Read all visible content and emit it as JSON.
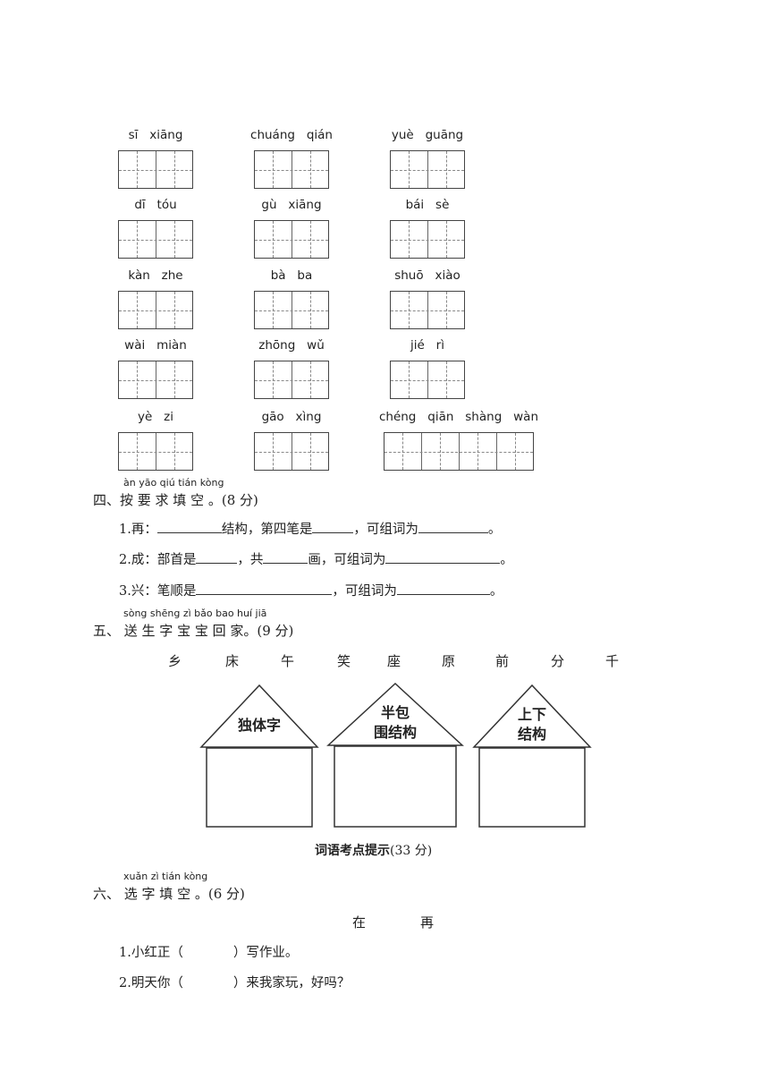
{
  "pinyin_grid": [
    {
      "pinyin": "sī   xiāng",
      "cells": 4
    },
    {
      "pinyin": "chuáng   qián",
      "cells": 4
    },
    {
      "pinyin": "yuè   guāng",
      "cells": 4
    },
    {
      "pinyin": "dī   tóu",
      "cells": 4
    },
    {
      "pinyin": "gù   xiāng",
      "cells": 4
    },
    {
      "pinyin": "bái   sè",
      "cells": 4
    },
    {
      "pinyin": "kàn   zhe",
      "cells": 4
    },
    {
      "pinyin": "bà   ba",
      "cells": 4
    },
    {
      "pinyin": "shuō   xiào",
      "cells": 4
    },
    {
      "pinyin": "wài   miàn",
      "cells": 4
    },
    {
      "pinyin": "zhōng   wǔ",
      "cells": 4
    },
    {
      "pinyin": "jié   rì",
      "cells": 4
    },
    {
      "pinyin": "yè   zi",
      "cells": 4
    },
    {
      "pinyin": "gāo   xìng",
      "cells": 4
    },
    {
      "pinyin": "chéng   qiān   shàng   wàn",
      "cells": 8
    }
  ],
  "section4": {
    "ruby": "àn  yāo  qiú  tián  kòng",
    "title": "四、按 要 求 填  空 。(8 分)",
    "lines": [
      {
        "a": "1.再：",
        "b": "结构，第四笔是",
        "c": "，可组词为",
        "d": "。"
      },
      {
        "a": "2.成：部首是",
        "b": "，共",
        "c": "画，可组词为",
        "d": "。"
      },
      {
        "a": "3.兴：笔顺是",
        "b": "，可组词为",
        "c": "。"
      }
    ]
  },
  "section5": {
    "ruby": "sòng  shēng  zì  bǎo  bao  huí  jiā",
    "title": "五、 送  生  字  宝  宝  回  家。(9 分)",
    "chars": [
      "乡",
      "床",
      "午",
      "笑",
      "座",
      "原",
      "前",
      "分",
      "千"
    ],
    "houses": [
      {
        "roof_line1": "独体字",
        "roof_line2": ""
      },
      {
        "roof_line1": "半包",
        "roof_line2": "围结构"
      },
      {
        "roof_line1": "上下",
        "roof_line2": "结构"
      }
    ]
  },
  "tip_title": {
    "bold": "词语考点提示",
    "normal": "(33 分)"
  },
  "section6": {
    "ruby": "xuǎn  zì  tián  kòng",
    "title": "六、 选  字  填  空 。(6 分)",
    "choices": [
      "在",
      "再"
    ],
    "lines": [
      {
        "a": "1.小红正（",
        "b": "）写作业。"
      },
      {
        "a": "2.明天你（",
        "b": "）来我家玩，好吗？"
      }
    ]
  }
}
